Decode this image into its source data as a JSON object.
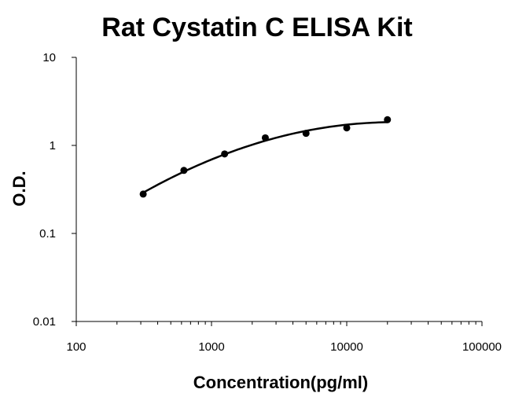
{
  "chart_data": {
    "type": "scatter",
    "title": "Rat Cystatin C ELISA Kit",
    "xlabel": "Concentration(pg/ml)",
    "ylabel": "O.D.",
    "x_scale": "log",
    "y_scale": "log",
    "xlim": [
      100,
      100000
    ],
    "ylim": [
      0.01,
      10
    ],
    "x_ticks": [
      {
        "value": 100,
        "label": "100"
      },
      {
        "value": 1000,
        "label": "1000"
      },
      {
        "value": 10000,
        "label": "10000"
      },
      {
        "value": 100000,
        "label": "100000"
      }
    ],
    "y_ticks": [
      {
        "value": 0.01,
        "label": "0.01"
      },
      {
        "value": 0.1,
        "label": "0.1"
      },
      {
        "value": 1,
        "label": "1"
      },
      {
        "value": 10,
        "label": "10"
      }
    ],
    "grid": false,
    "series": [
      {
        "x": [
          312.5,
          625,
          1250,
          2500,
          5000,
          10000,
          20000
        ],
        "y": [
          0.28,
          0.52,
          0.8,
          1.22,
          1.37,
          1.58,
          1.96
        ]
      }
    ],
    "fit_curve": true,
    "colors": {
      "marker": "#000000",
      "curve": "#000000",
      "axis": "#000000"
    }
  }
}
